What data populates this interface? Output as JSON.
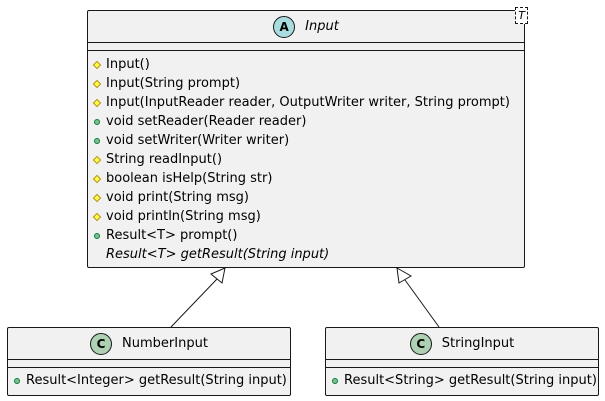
{
  "diagram": {
    "abstract_class": {
      "badge": "A",
      "name": "Input",
      "type_param": "T",
      "members": [
        {
          "vis": "protected",
          "text": "Input()"
        },
        {
          "vis": "protected",
          "text": "Input(String prompt)"
        },
        {
          "vis": "protected",
          "text": "Input(InputReader reader, OutputWriter writer, String prompt)"
        },
        {
          "vis": "public",
          "text": "void setReader(Reader reader)"
        },
        {
          "vis": "public",
          "text": "void setWriter(Writer writer)"
        },
        {
          "vis": "protected",
          "text": "String readInput()"
        },
        {
          "vis": "protected",
          "text": "boolean isHelp(String str)"
        },
        {
          "vis": "protected",
          "text": "void print(String msg)"
        },
        {
          "vis": "protected",
          "text": "void println(String msg)"
        },
        {
          "vis": "public",
          "text": "Result<T> prompt()"
        },
        {
          "vis": "abstract",
          "text": "Result<T> getResult(String input)"
        }
      ]
    },
    "subclasses": [
      {
        "badge": "C",
        "name": "NumberInput",
        "members": [
          {
            "vis": "public",
            "text": "Result<Integer> getResult(String input)"
          }
        ]
      },
      {
        "badge": "C",
        "name": "StringInput",
        "members": [
          {
            "vis": "public",
            "text": "Result<String> getResult(String input)"
          }
        ]
      }
    ],
    "colors": {
      "class_bg": "#f1f1f1",
      "border": "#181818",
      "abstract_badge": "#a9dcdf",
      "class_badge": "#add1b2"
    }
  }
}
